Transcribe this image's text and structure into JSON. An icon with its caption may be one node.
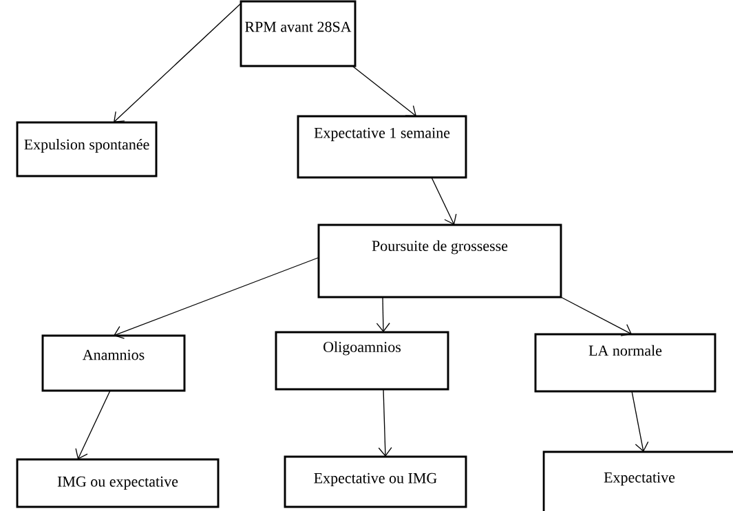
{
  "diagram": {
    "nodes": [
      {
        "text": [
          "RPM avant 28SA"
        ]
      },
      {
        "text": [
          "Expulsion spontanée"
        ]
      },
      {
        "text": [
          "Expectative 1 semaine"
        ]
      },
      {
        "text": [
          "Poursuite de grossesse"
        ]
      },
      {
        "text": [
          "Anamnios"
        ]
      },
      {
        "text": [
          "Oligoamnios"
        ]
      },
      {
        "text": [
          "LA normale"
        ]
      },
      {
        "text": [
          "IMG ou expectative"
        ]
      },
      {
        "text": [
          "Expectative ou IMG"
        ]
      },
      {
        "text": [
          "Expectative"
        ]
      }
    ],
    "edges": [
      {
        "from": 0,
        "to": 1,
        "arrow": "to"
      },
      {
        "from": 0,
        "to": 2,
        "arrow": "to"
      },
      {
        "from": 2,
        "to": 3,
        "arrow": "to"
      },
      {
        "from": 3,
        "to": 4,
        "arrow": "to"
      },
      {
        "from": 3,
        "to": 5,
        "arrow": "to"
      },
      {
        "from": 3,
        "to": 6,
        "arrow": "to"
      },
      {
        "from": 4,
        "to": 7,
        "arrow": "to"
      },
      {
        "from": 5,
        "to": 8,
        "arrow": "to"
      },
      {
        "from": 6,
        "to": 9,
        "arrow": "to"
      }
    ]
  }
}
